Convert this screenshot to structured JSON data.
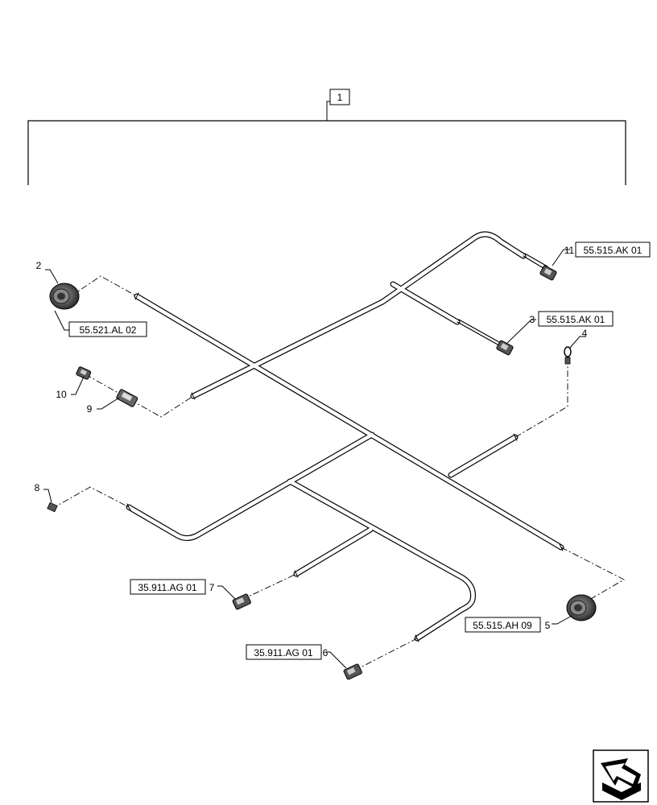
{
  "assembly": {
    "item_number": "1"
  },
  "callouts": [
    {
      "number": "2",
      "reference": "55.521.AL 02"
    },
    {
      "number": "3",
      "reference": "55.515.AK 01"
    },
    {
      "number": "4",
      "reference": ""
    },
    {
      "number": "5",
      "reference": "55.515.AH 09"
    },
    {
      "number": "6",
      "reference": "35.911.AG 01"
    },
    {
      "number": "7",
      "reference": "35.911.AG 01"
    },
    {
      "number": "8",
      "reference": ""
    },
    {
      "number": "9",
      "reference": ""
    },
    {
      "number": "10",
      "reference": ""
    },
    {
      "number": "11",
      "reference": "55.515.AK 01"
    }
  ],
  "nav_icon": "next-page-arrow-icon"
}
